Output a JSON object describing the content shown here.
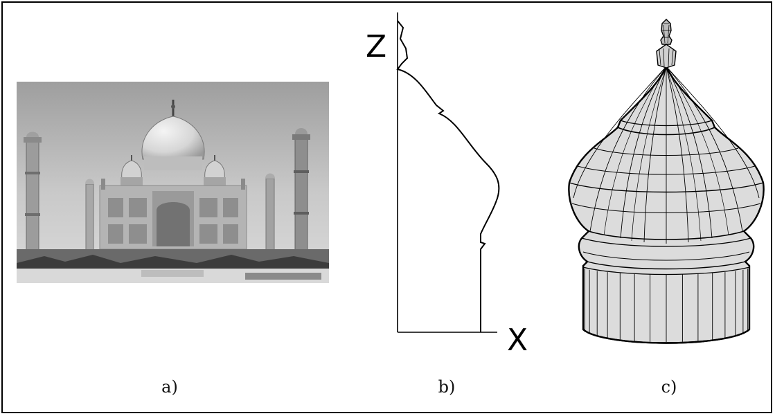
{
  "figure": {
    "panels": [
      {
        "id": "a",
        "caption": "a)",
        "icon": "taj-mahal-photo"
      },
      {
        "id": "b",
        "caption": "b)",
        "icon": "dome-profile-curve"
      },
      {
        "id": "c",
        "caption": "c)",
        "icon": "dome-3d-wireframe"
      }
    ],
    "profile": {
      "z_label": "Z",
      "x_label": "X"
    }
  },
  "colors": {
    "stroke": "#000000",
    "dome_fill": "#dcdcdc",
    "sky": "#c4c4c4",
    "building": "#a9a9a9"
  }
}
